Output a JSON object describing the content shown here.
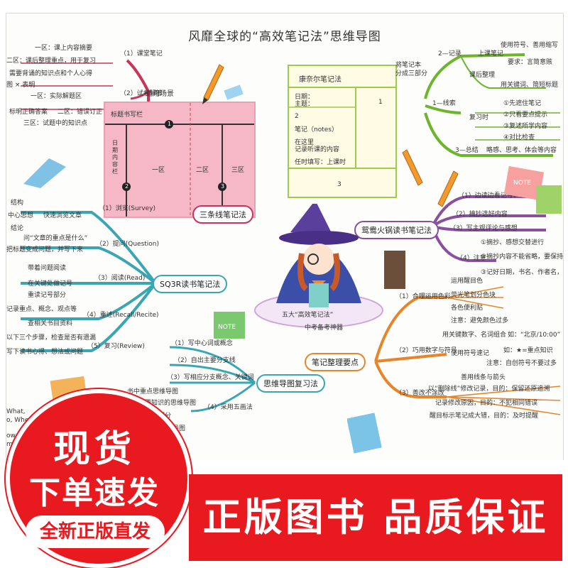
{
  "title": "风靡全球的“高效笔记法”思维导图",
  "center_caption": [
    "五大“高效笔记法”",
    "中考备考神器"
  ],
  "hubs": {
    "cornell": "康奈尔笔记法",
    "three_line": "三条线笔记法",
    "sq3r": "SQ3R读书笔记法",
    "mindmap": "思维导图复习法",
    "hotpot": "鸳鸯火锅读书笔记法",
    "organize": "笔记整理要点"
  },
  "three_line": {
    "scene_label": "适用场景",
    "items": [
      "（1）课堂笔记",
      "（2）试卷解答"
    ],
    "left_notes": [
      "一区：课上内容摘要",
      "二区：课后整理重点，用于复习",
      "需要背诵的知识点和个人心得",
      "一区：实际解题区",
      "标明正确答案",
      "二区：错误订正",
      "三区：试题中的知识点",
      "图 × 表明"
    ],
    "box": {
      "title_label": "标题书写栏",
      "date_label": "日期内容栏",
      "zone1": "一区",
      "zone2": "二区",
      "zone3": "三区",
      "marks": [
        "1",
        "2",
        "3"
      ]
    }
  },
  "cornell": {
    "box_title": "康奈尔笔记法",
    "date_line": "日期：",
    "topic_line": "主题：",
    "num1": "1",
    "num2": "2",
    "notes_label": "笔记（notes）",
    "notes_sub": [
      "在这里",
      "记录听课的内容"
    ],
    "review_line": "任时填写：上课时",
    "num3": "3",
    "split_text": [
      "将笔记本",
      "分成三部分"
    ],
    "record": "2—记录",
    "record_items": [
      "上课笔记",
      "使用符号、善用缩写",
      "要求：言简意赅",
      "课后整理",
      "用关键词、简短标题"
    ],
    "review": "1—线索",
    "review_items": [
      "复习时",
      "①先遮住笔记",
      "②只看要点提示",
      "③复述所学内容",
      "④对比检查"
    ],
    "summary": "3—总结",
    "summary_text": "略感、思考、体会等内容"
  },
  "sq3r": {
    "steps": [
      "（1）浏览(Survey)",
      "（2）提问(Question)",
      "（3）阅读(Read)",
      "（4）重述(Recall/Recite)",
      "（5）复习(Review)"
    ],
    "left_notes": [
      "结构",
      "中心思想",
      "结论",
      "快速浏览文章",
      "问“文章的重点是什么”",
      "把标题变成问题，并写下来",
      "带着问题阅读",
      "在关键处做记号",
      "重读记号部分",
      "记录重点、概念、观点等",
      "查相关书目资料",
      "以下三个步骤，检查是否有遗漏",
      "写下读书心得、想法或问题"
    ]
  },
  "mindmap": {
    "items": [
      "（1）写中心词或概念",
      "（2）自出主要分支线",
      "（3）写相应分支概念、关键词",
      "（4）采用五画法"
    ],
    "left_notes": [
      "书中重点思维导图",
      "重要知识的思维导图",
      "常用部分",
      "分支导图"
    ],
    "partial_left": [
      "What,",
      "o, When,",
      "ow,",
      "much"
    ]
  },
  "hotpot": {
    "items": [
      "（1）边读边看记号，确定重要内容",
      "（2）摘抄选好内容",
      "（3）写主观评论与感想",
      "（4）注意"
    ],
    "notes": [
      "①摘抄、感想交替进行",
      "②摘抄内容不能省略，要保持原句",
      "③记好日期，书名、作者名，以便重读"
    ]
  },
  "organize": {
    "items": [
      "（1）合理运用色彩",
      "（2）巧用数字与符号",
      "（3）善改不涂改"
    ],
    "color_notes": [
      "运用醒目色",
      "荧光笔划分色块",
      "各色便利贴",
      "注意：避免颜色过多"
    ],
    "symbol_notes": [
      "用关键数字、名词组合",
      "如：“北京/10:00”",
      "使用符号速记",
      "如：★=重点知识",
      "注意：自创符号不要过多",
      "善用线条与箭头"
    ],
    "edit_notes": [
      "以“删除线”修改记录，目的：保留还原追溯",
      "记录修改原因，目的：不犯相同错误",
      "醒目标示笔记成大错，目的：及时提醒"
    ]
  },
  "promo": {
    "badge_line1": "现货",
    "badge_line2": "下单速发",
    "badge_pill": "全新正版直发",
    "banner": "正版图书 品质保证"
  },
  "colors": {
    "red": "#e8191f",
    "pink_branch": "#c9345a",
    "green_branch": "#6cb52d",
    "teal_branch": "#3aa6b4",
    "purple_branch": "#8a4f9e",
    "orange_branch": "#e7852a",
    "pink_box": "#f6b7c6"
  }
}
